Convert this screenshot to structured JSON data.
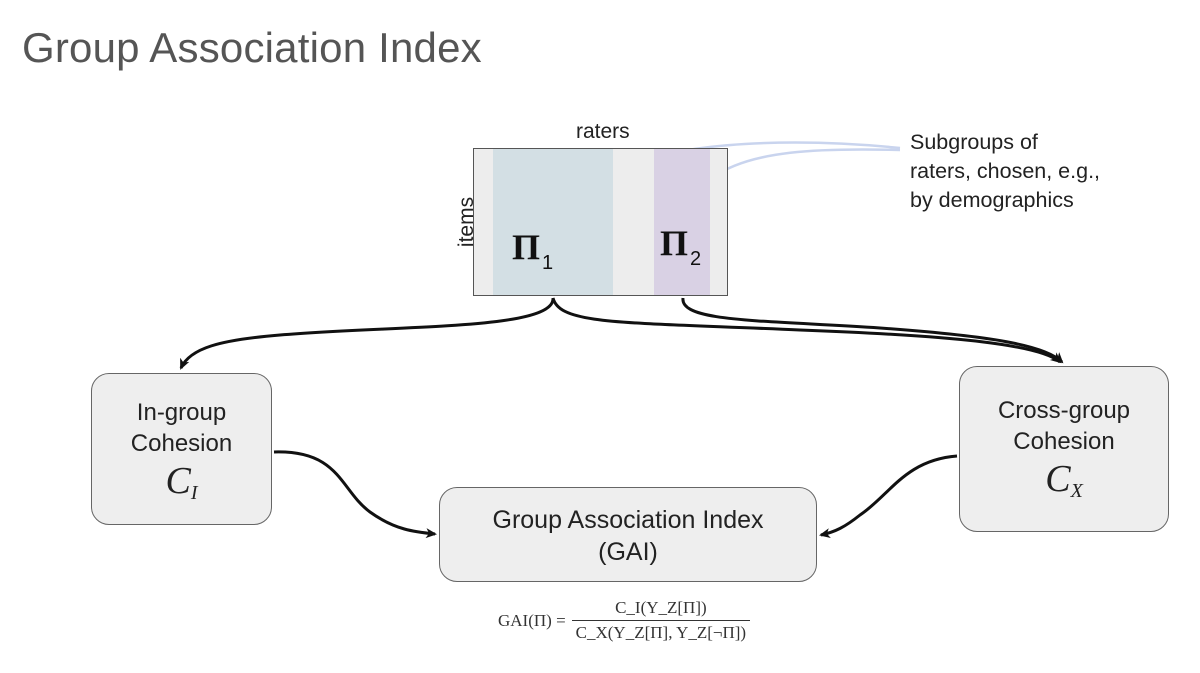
{
  "page_title": "Group Association Index",
  "matrix": {
    "top_label": "raters",
    "side_label": "items",
    "group1": {
      "symbol": "Π",
      "index": "1"
    },
    "group2": {
      "symbol": "Π",
      "index": "2"
    }
  },
  "subgroups_note": [
    "Subgroups of",
    "raters, chosen, e.g.,",
    "by demographics"
  ],
  "in_group": {
    "lines": [
      "In-group",
      "Cohesion"
    ],
    "symbol": "C",
    "subscript": "I"
  },
  "cross_group": {
    "lines": [
      "Cross-group",
      "Cohesion"
    ],
    "symbol": "C",
    "subscript": "X"
  },
  "gai": {
    "lines": [
      "Group Association Index",
      "(GAI)"
    ]
  },
  "formula": {
    "lhs": "GAI(Π) =",
    "numerator": "C_I(Y_Z[Π])",
    "denominator": "C_X(Y_Z[Π], Y_Z[¬Π])"
  },
  "colors": {
    "group1_band": "#d3dfe4",
    "group2_band": "#d9d1e4",
    "note_arrow": "#c9d4ee",
    "box_fill": "#eeeeee"
  }
}
